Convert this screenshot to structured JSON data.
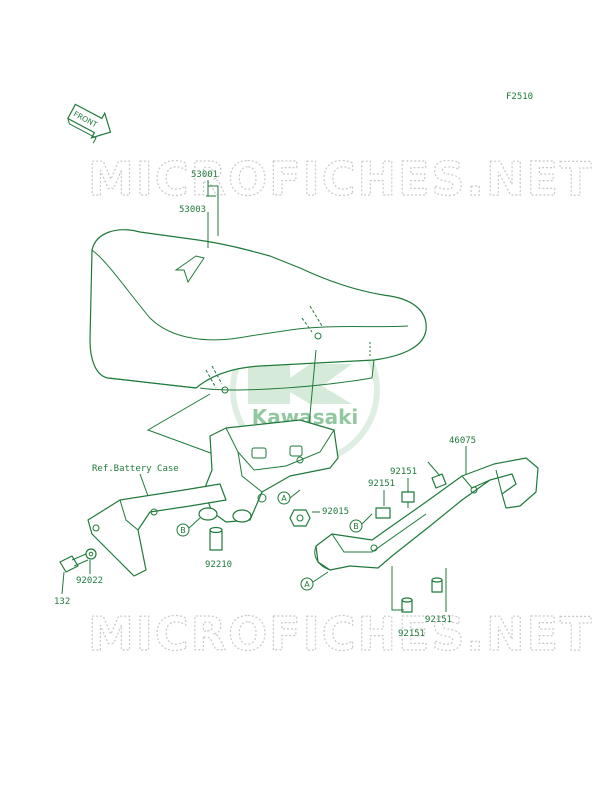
{
  "figure_id": "F2510",
  "front_label": "FRONT",
  "watermark_text": "MICROFICHES.NET",
  "logo_text": "Kawasaki",
  "reference_label": "Ref.Battery Case",
  "colors": {
    "line": "#1f7a3a",
    "watermark": "#c9c9c9",
    "logo": "#3a9a55"
  },
  "part_numbers": {
    "p53001": "53001",
    "p53003": "53003",
    "p46075": "46075",
    "p92151_a": "92151",
    "p92151_b": "92151",
    "p92151_c": "92151",
    "p92151_d": "92151",
    "p92015": "92015",
    "p92210": "92210",
    "p92022": "92022",
    "p132": "132"
  },
  "callouts": {
    "a1": "A",
    "a2": "A",
    "b1": "B",
    "b2": "B"
  }
}
